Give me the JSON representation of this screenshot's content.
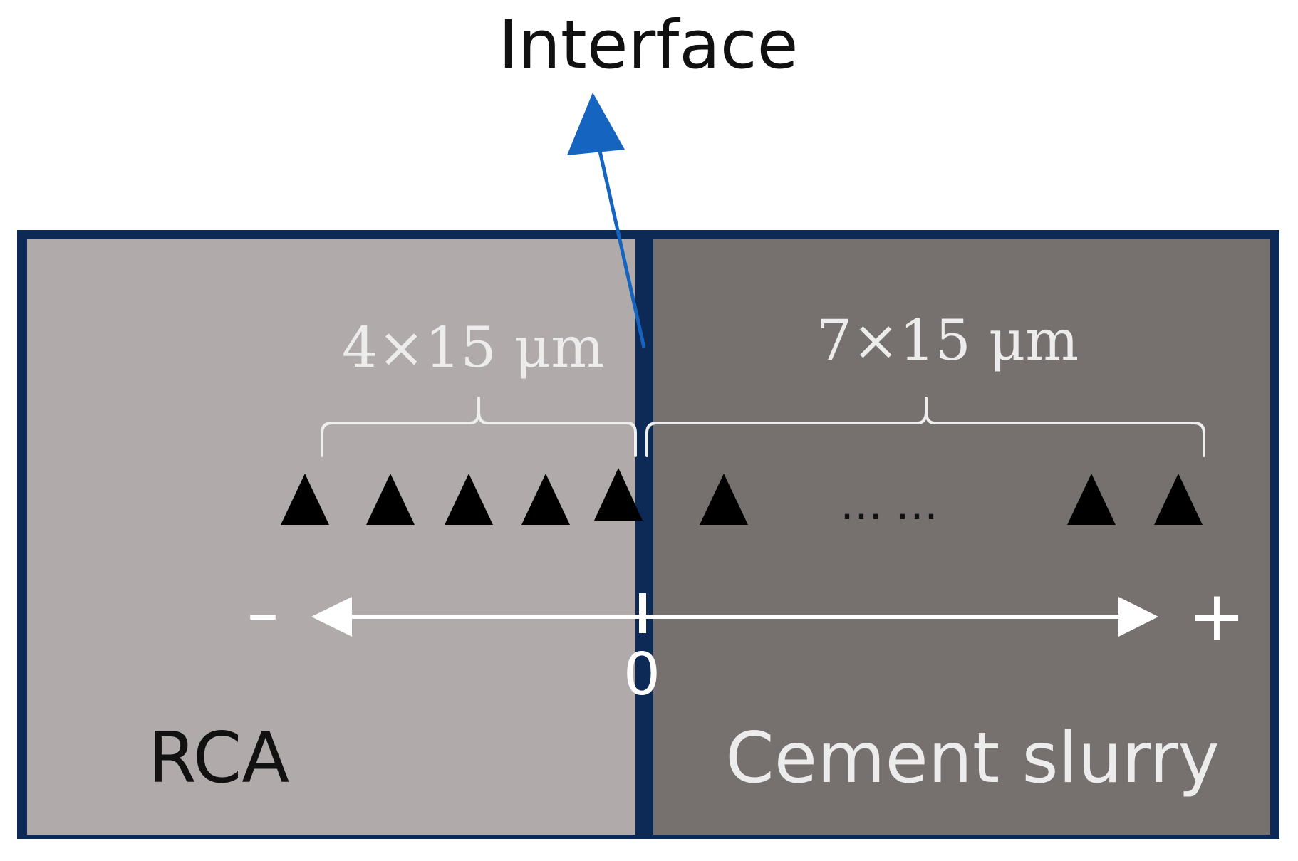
{
  "title": "Interface",
  "regions": {
    "left_label": "RCA",
    "right_label": "Cement slurry"
  },
  "spans": {
    "left": "4×15 μm",
    "right": "7×15 μm"
  },
  "axis": {
    "minus": "–",
    "plus": "+",
    "zero": "0"
  },
  "markers": {
    "ellipsis": "……"
  },
  "colors": {
    "frame": "#0c2a55",
    "rca_fill": "#b0abaa",
    "slurry_fill": "#76706e",
    "arrow_blue": "#1565c0",
    "marker": "#000000",
    "light_text": "#ececec"
  },
  "icons": {
    "marker_shape": "triangle",
    "axis_shape": "double-arrow",
    "pointer_shape": "arrow"
  }
}
